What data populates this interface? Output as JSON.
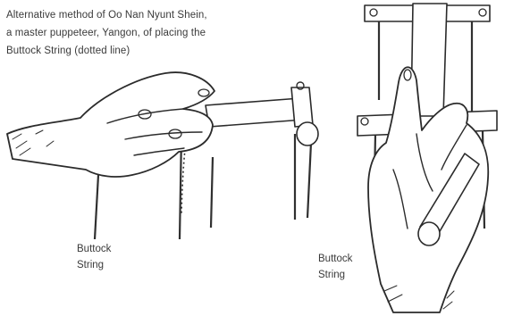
{
  "caption": {
    "line1": "Alternative method of Oo Nan Nyunt Shein,",
    "line2": "a master puppeteer, Yangon, of placing the",
    "line3": "Buttock String (dotted line)"
  },
  "labels": {
    "left": {
      "line1": "Buttock",
      "line2": "String"
    },
    "right": {
      "line1": "Buttock",
      "line2": "String"
    }
  }
}
